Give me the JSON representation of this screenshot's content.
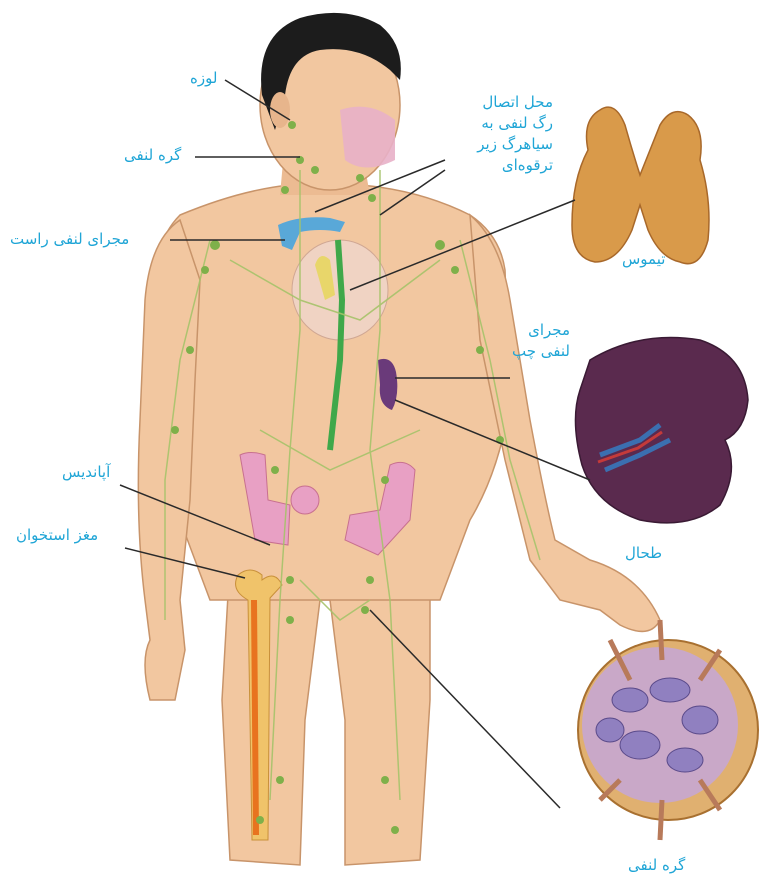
{
  "colors": {
    "label_text": "#1fa5d6",
    "leader_line": "#2a2a2a",
    "skin": "#f2c7a0",
    "hair": "#1c1c1c",
    "lymph_vessels": "#a6c36a",
    "lymph_nodes": "#7fb04a",
    "thoracic_duct": "#3fa84a",
    "thymus": "#d99a4a",
    "spleen": "#5a2a4e",
    "lymph_node_capsule": "#e0b070",
    "lymph_node_inner": "#9080c0",
    "intestine": "#e8a0c4",
    "bone_marrow": "#e8731f",
    "subclavian_vein": "#59a8d8"
  },
  "labels": {
    "tonsil": "لوزه",
    "lymph_node_neck": "گره لنفی",
    "junction_line1": "محل اتصال",
    "junction_line2": "رگ لنفی به",
    "junction_line3": "سیاهرگ زیر",
    "junction_line4": "ترقوه‌ای",
    "right_lymphatic_duct": "مجرای لنفی راست",
    "thymus": "تیموس",
    "left_duct_line1": "مجرای",
    "left_duct_line2": "لنفی چپ",
    "spleen": "طحال",
    "appendix": "آپاندیس",
    "bone_marrow": "مغز استخوان",
    "lymph_node_detail": "گره لنفی"
  }
}
